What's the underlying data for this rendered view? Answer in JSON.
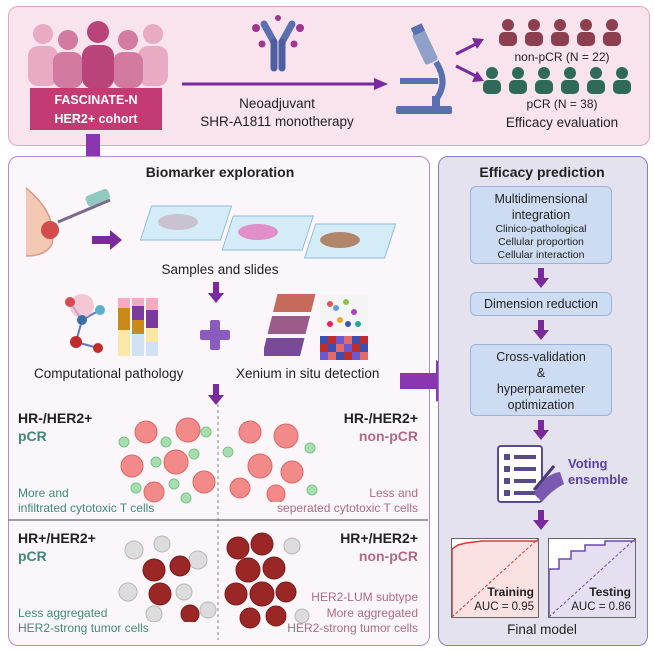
{
  "top": {
    "cohort_line1": "FASCINATE-N",
    "cohort_line2": "HER2+ cohort",
    "treatment_line1": "Neoadjuvant",
    "treatment_line2": "SHR-A1811 monotherapy",
    "npcr_label": "non-pCR (N = 22)",
    "pcr_label": "pCR (N = 38)",
    "efficacy_label": "Efficacy evaluation"
  },
  "biomarker": {
    "title": "Biomarker exploration",
    "samples_label": "Samples and slides",
    "comp_path_label": "Computational pathology",
    "xenium_label": "Xenium in situ detection"
  },
  "quadrants": {
    "q1": {
      "line1": "HR-/HER2+",
      "line2": "pCR",
      "desc1": "More and",
      "desc2": "infiltrated cytotoxic T cells"
    },
    "q2": {
      "line1": "HR-/HER2+",
      "line2": "non-pCR",
      "desc1": "Less and",
      "desc2": "seperated cytotoxic T cells"
    },
    "q3": {
      "line1": "HR+/HER2+",
      "line2": "pCR",
      "desc1": "Less aggregated",
      "desc2": "HER2-strong tumor cells"
    },
    "q4": {
      "line1": "HR+/HER2+",
      "line2": "non-pCR",
      "subtype": "HER2-LUM subtype",
      "desc1": "More aggregated",
      "desc2": "HER2-strong tumor cells"
    }
  },
  "prediction": {
    "title": "Efficacy prediction",
    "box1_title1": "Multidimensional",
    "box1_title2": "integration",
    "box1_item1": "Clinico-pathological",
    "box1_item2": "Cellular proportion",
    "box1_item3": "Cellular interaction",
    "box2": "Dimension reduction",
    "box3_line1": "Cross-validation",
    "box3_line2": "&",
    "box3_line3": "hyperparameter",
    "box3_line4": "optimization",
    "voting_line1": "Voting",
    "voting_line2": "ensemble",
    "training_label": "Training",
    "training_auc": "AUC = 0.95",
    "testing_label": "Testing",
    "testing_auc": "AUC = 0.86",
    "final_label": "Final model"
  },
  "colors": {
    "purple_arrow": "#7a2a9c",
    "cohort_pink": "#c43a73",
    "pcr_green": "#3f8b7a",
    "npcr_pink": "#b06a82",
    "tumor_red": "#e87a7a",
    "tcell_green": "#9ed9a8",
    "dark_red": "#a82b2b",
    "flow_box": "#cddcf2"
  }
}
